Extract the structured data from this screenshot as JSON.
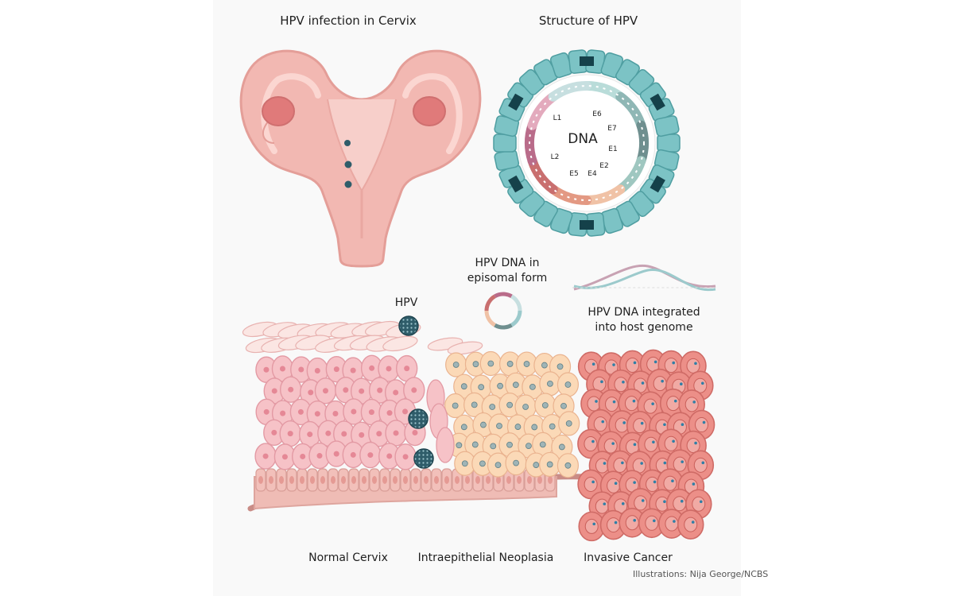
{
  "titles": {
    "cervix": "HPV infection in Cervix",
    "structure": "Structure of HPV"
  },
  "virion": {
    "core_label": "DNA",
    "genes": [
      "L1",
      "L2",
      "E5",
      "E4",
      "E2",
      "E1",
      "E7",
      "E6"
    ]
  },
  "labels": {
    "hpv": "HPV",
    "episomal": "HPV DNA in\nepisomal form",
    "integrated": "HPV DNA integrated\ninto host genome"
  },
  "stages": [
    "Normal Cervix",
    "Intraepithelial Neoplasia",
    "Invasive Cancer"
  ],
  "credit": "Illustrations: Nija George/NCBS",
  "colors": {
    "uterus": "#f2b8b2",
    "capsid": "#7cc3c5",
    "normal_cell": "#f6c2c7",
    "neoplasia_cell": "#fbd9b7",
    "cancer_cell": "#ec8f88",
    "virus": "#2f5d6a"
  }
}
